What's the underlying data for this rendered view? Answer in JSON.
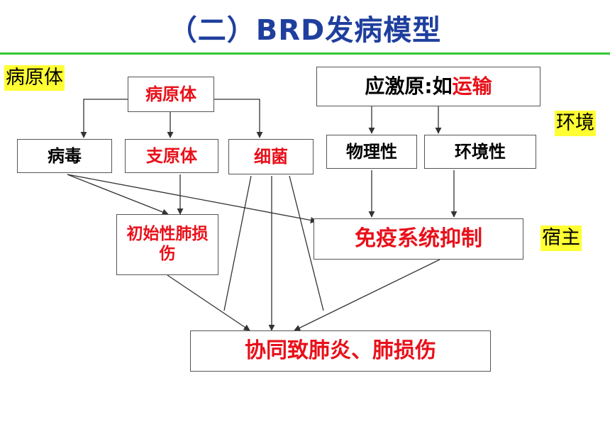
{
  "title": "（二）BRD发病模型",
  "labels": {
    "pathogen": "病原体",
    "environment": "环境",
    "host": "宿主"
  },
  "nodes": {
    "pathogen_root": "病原体",
    "virus": "病毒",
    "mycoplasma": "支原体",
    "bacteria": "细菌",
    "stressor_prefix": "应激原:如",
    "stressor_example": "运输",
    "physical": "物理性",
    "environmental": "环境性",
    "initial_lung_injury": "初始性肺损伤",
    "immunosuppression": "免疫系统抑制",
    "outcome": "协同致肺炎、肺损伤"
  },
  "colors": {
    "title": "#1f3f9e",
    "rule": "#32c832",
    "highlight": "#ffff33",
    "red_text": "#e8101a",
    "black_text": "#000000"
  }
}
